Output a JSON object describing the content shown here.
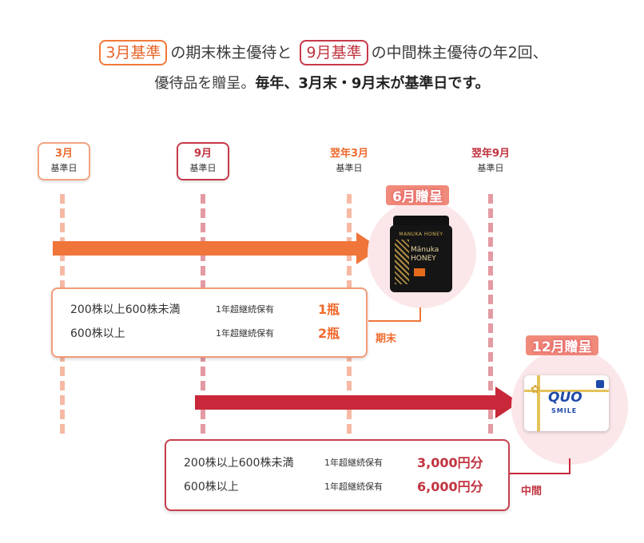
{
  "intro": {
    "tag_march": "3月基準",
    "text_a": "の期末株主優待と",
    "tag_sept": "9月基準",
    "text_b": "の中間株主優待の年2回、",
    "text_c": "優待品を贈呈。",
    "text_bold": "毎年、3月末・9月末が基準日です。"
  },
  "timeline": {
    "march": {
      "month": "3月",
      "sub": "基準日"
    },
    "sept": {
      "month": "9月",
      "sub": "基準日"
    },
    "next_march": {
      "month": "翌年3月",
      "sub": "基準日"
    },
    "next_sept": {
      "month": "翌年9月",
      "sub": "基準日"
    }
  },
  "final": {
    "badge": "6月贈呈",
    "product": {
      "brand": "MANUKA HONEY",
      "name_line1": "Mānuka",
      "name_line2": "HONEY"
    },
    "connector_label": "期末",
    "rows": [
      {
        "shares": "200株以上600株未満",
        "condition": "1年超継続保有",
        "amount": "1瓶"
      },
      {
        "shares": "600株以上",
        "condition": "1年超継続保有",
        "amount": "2瓶"
      }
    ]
  },
  "interim": {
    "badge": "12月贈呈",
    "product": {
      "name": "QUO",
      "sub": "SMILE"
    },
    "connector_label": "中間",
    "rows": [
      {
        "shares": "200株以上600株未満",
        "condition": "1年超継続保有",
        "amount": "3,000円分"
      },
      {
        "shares": "600株以上",
        "condition": "1年超継続保有",
        "amount": "6,000円分"
      }
    ]
  },
  "colors": {
    "orange": "#f0753a",
    "red": "#c8283a",
    "pale_pink": "#fbe7e9"
  },
  "icons": {
    "honey": "honey-jar-icon",
    "card": "quo-card-icon"
  }
}
